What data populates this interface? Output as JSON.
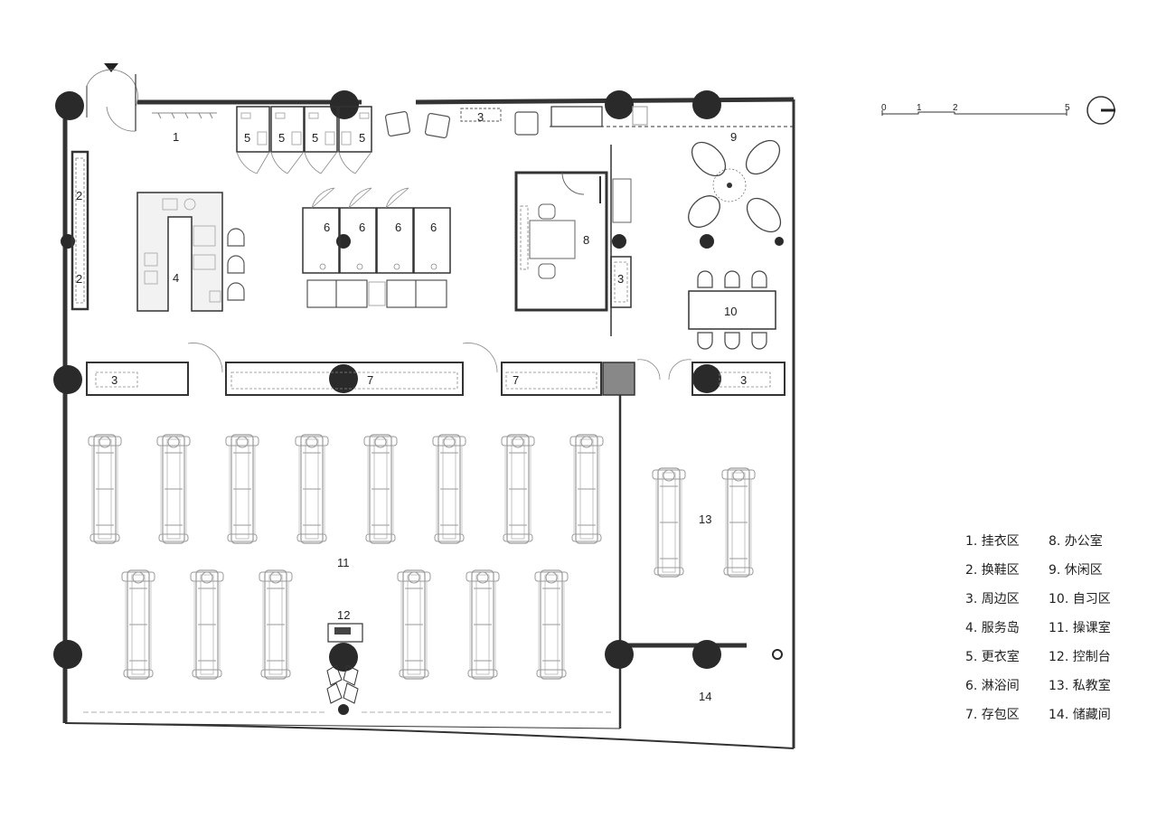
{
  "scale_bar": {
    "ticks": [
      "0",
      "1",
      "2",
      "5"
    ]
  },
  "room_labels": {
    "r1": "1",
    "r2": "2",
    "r3": "3",
    "r4": "4",
    "r5": "5",
    "r6": "6",
    "r7": "7",
    "r8": "8",
    "r9": "9",
    "r10": "10",
    "r11": "11",
    "r12": "12",
    "r13": "13",
    "r14": "14"
  },
  "legend": [
    "1. 挂衣区",
    "8. 办公室",
    "2. 换鞋区",
    "9. 休闲区",
    "3. 周边区",
    "10. 自习区",
    "4. 服务岛",
    "11. 操课室",
    "5. 更衣室",
    "12. 控制台",
    "6. 淋浴间",
    "13. 私教室",
    "7. 存包区",
    "14. 储藏间"
  ]
}
